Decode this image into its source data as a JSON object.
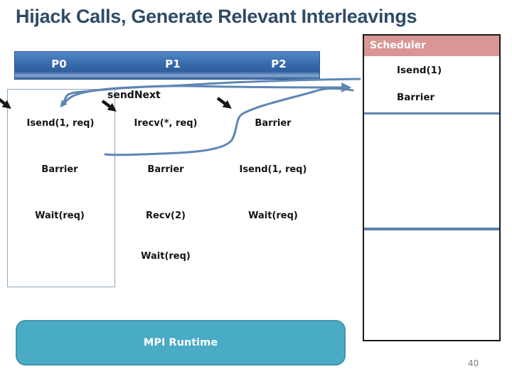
{
  "slide": {
    "title": "Hijack Calls, Generate Relevant Interleavings",
    "page_number": "40"
  },
  "diagram": {
    "send_next_label": "sendNext",
    "processes": [
      {
        "name": "P0",
        "calls": [
          "Isend(1, req)",
          "Barrier",
          "Wait(req)"
        ]
      },
      {
        "name": "P1",
        "calls": [
          "Irecv(*, req)",
          "Barrier",
          "Recv(2)",
          "Wait(req)"
        ]
      },
      {
        "name": "P2",
        "calls": [
          "Barrier",
          "Isend(1, req)",
          "Wait(req)"
        ]
      }
    ]
  },
  "scheduler": {
    "title": "Scheduler",
    "entries": [
      "Isend(1)",
      "Barrier"
    ]
  },
  "runtime": {
    "label": "MPI Runtime"
  },
  "colors": {
    "title_navy": "#2E4B66",
    "bar_blue": "#34649F",
    "ink_blue": "#5E86B5",
    "scheduler_header_pink": "#D99694",
    "runtime_teal": "#4AABC5"
  }
}
